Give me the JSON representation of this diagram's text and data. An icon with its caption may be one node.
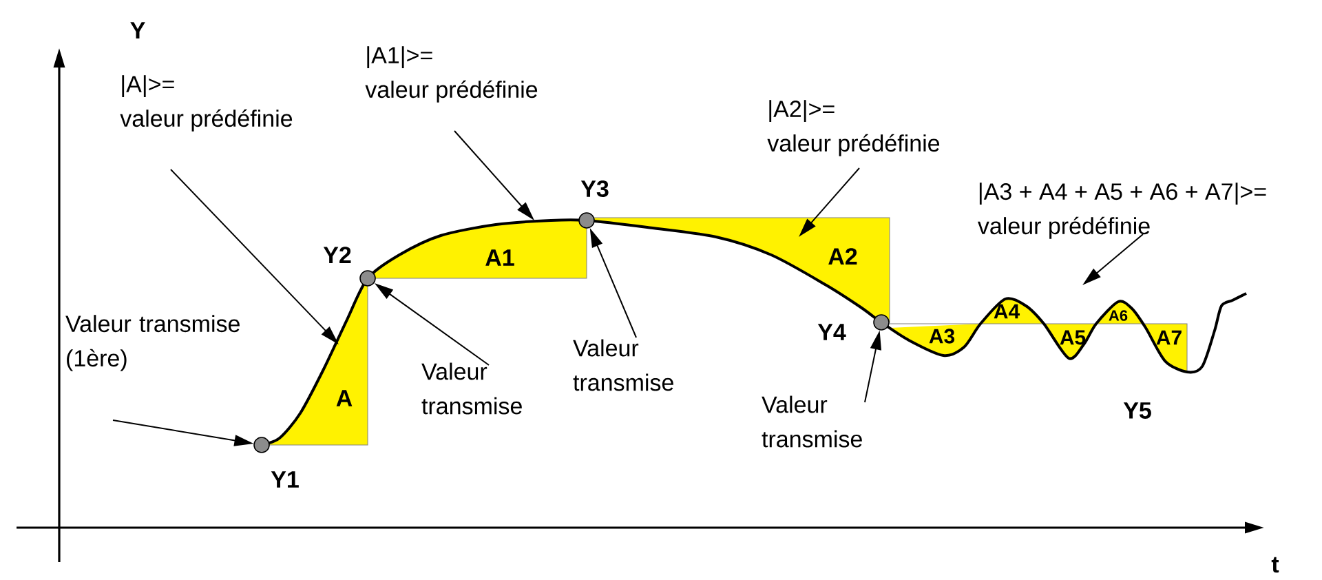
{
  "diagram": {
    "nodes": [
      {
        "text": [
          "|A|>=",
          "valeur prédéfinie"
        ]
      },
      {
        "text": [
          "|A1|>=",
          "valeur prédéfinie"
        ]
      },
      {
        "text": [
          "|A2|>=",
          "valeur prédéfinie"
        ]
      },
      {
        "text": [
          "|A3 + A4 + A5 + A6 + A7|>=",
          "valeur prédéfinie"
        ]
      },
      {
        "text": [
          "Valeur transmise (1ère)"
        ]
      },
      {
        "text": [
          "Valeur transmise"
        ]
      },
      {
        "text": [
          "Valeur transmise"
        ]
      },
      {
        "text": [
          "Valeur transmise"
        ]
      },
      {
        "text": [],
        "shape": "circle",
        "beside": [
          "Y1"
        ]
      },
      {
        "text": [],
        "shape": "circle",
        "beside": [
          "Y2"
        ]
      },
      {
        "text": [],
        "shape": "circle",
        "beside": [
          "Y3"
        ]
      },
      {
        "text": [],
        "shape": "circle"
      },
      {
        "text": [
          "A"
        ]
      },
      {
        "text": [
          "A1"
        ]
      },
      {
        "text": [
          "A2"
        ]
      },
      {
        "text": [
          "A3"
        ]
      },
      {
        "text": [
          "A4"
        ]
      },
      {
        "text": [
          "A5"
        ]
      },
      {
        "text": [
          "A6"
        ]
      },
      {
        "text": [
          "A7"
        ]
      }
    ],
    "edges": [
      {
        "from": 0,
        "to": 12,
        "arrow": "to"
      },
      {
        "from": 1,
        "to": 13,
        "arrow": "to"
      },
      {
        "from": 2,
        "to": 14,
        "arrow": "to"
      },
      {
        "from": 3,
        "to": null,
        "arrow": "to"
      },
      {
        "from": 4,
        "to": 8,
        "arrow": "to"
      },
      {
        "from": 5,
        "to": 9,
        "arrow": "to"
      },
      {
        "from": 6,
        "to": 10,
        "arrow": "to"
      },
      {
        "from": 7,
        "to": 11,
        "arrow": "to"
      }
    ],
    "labels": [
      "Y",
      "Y4",
      "Y5",
      "t"
    ]
  }
}
